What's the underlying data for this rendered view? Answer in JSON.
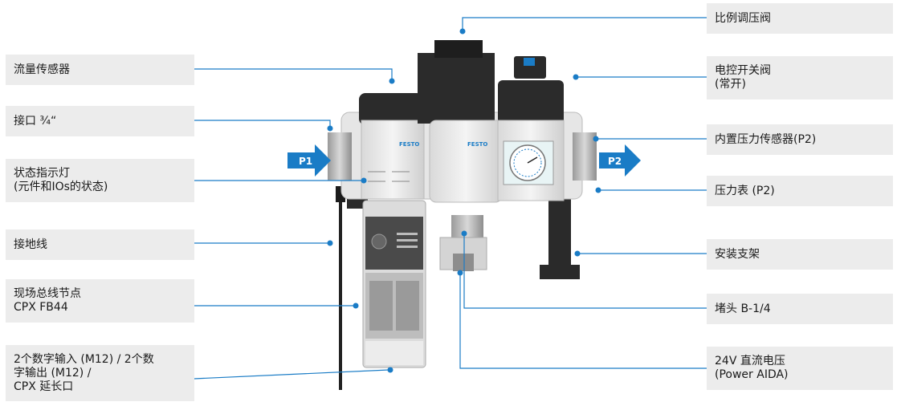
{
  "accent_color": "#1a7cc6",
  "left_labels": [
    {
      "id": "flow-sensor",
      "lines": [
        "流量传感器"
      ]
    },
    {
      "id": "port",
      "lines": [
        "接口 ¾“"
      ]
    },
    {
      "id": "status-led",
      "lines": [
        "状态指示灯",
        "(元件和IOs的状态)"
      ]
    },
    {
      "id": "ground-wire",
      "lines": [
        "接地线"
      ]
    },
    {
      "id": "fieldbus-node",
      "lines": [
        "现场总线节点",
        "CPX FB44"
      ]
    },
    {
      "id": "digital-io",
      "lines": [
        "2个数字输入 (M12) / 2个数",
        "字输出 (M12) /",
        "CPX 延长口"
      ]
    }
  ],
  "right_labels": [
    {
      "id": "proportional-valve",
      "lines": [
        "比例调压阀"
      ]
    },
    {
      "id": "switch-valve",
      "lines": [
        "电控开关阀",
        "(常开)"
      ]
    },
    {
      "id": "pressure-sensor",
      "lines": [
        "内置压力传感器(P2)"
      ]
    },
    {
      "id": "pressure-gauge",
      "lines": [
        "压力表 (P2)"
      ]
    },
    {
      "id": "mounting-bracket",
      "lines": [
        "安装支架"
      ]
    },
    {
      "id": "plug",
      "lines": [
        "堵头 B-1/4"
      ]
    },
    {
      "id": "dc-voltage",
      "lines": [
        "24V 直流电压",
        "(Power AIDA)"
      ]
    }
  ],
  "product": {
    "brand_text": "FESTO",
    "inlet_label": "P1",
    "outlet_label": "P2"
  }
}
